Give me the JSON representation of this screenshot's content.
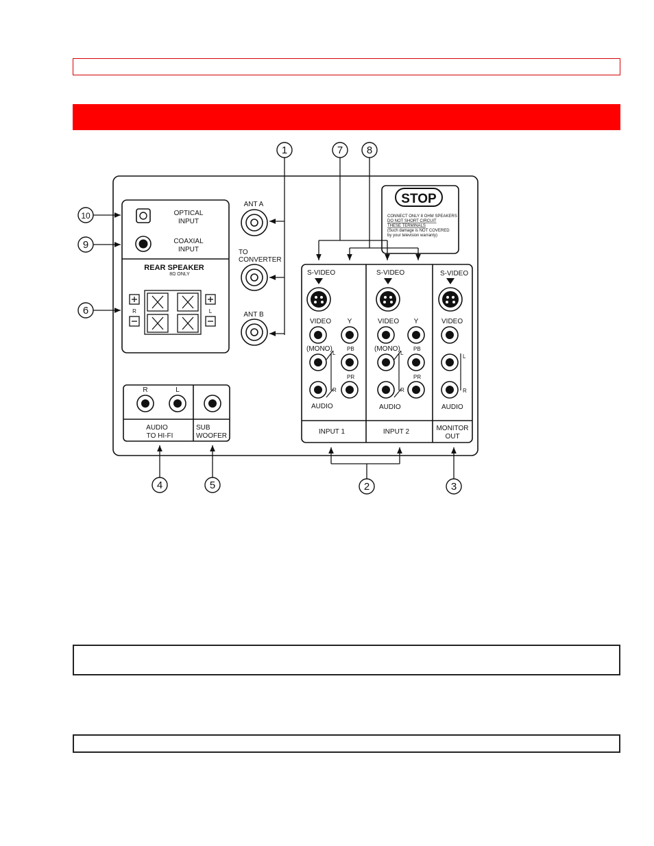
{
  "callouts": {
    "c1": "1",
    "c2": "2",
    "c3": "3",
    "c4": "4",
    "c5": "5",
    "c6": "6",
    "c7": "7",
    "c8": "8",
    "c9": "9",
    "c10": "10"
  },
  "panel": {
    "optical_1": "OPTICAL",
    "optical_2": "INPUT",
    "coaxial_1": "COAXIAL",
    "coaxial_2": "INPUT",
    "rear_speaker": "REAR SPEAKER",
    "rear_speaker_sub": "8Ω ONLY",
    "speaker_r": "R",
    "speaker_l": "L",
    "ant_a": "ANT A",
    "to_converter_1": "TO",
    "to_converter_2": "CONVERTER",
    "ant_b": "ANT B",
    "hifi_r": "R",
    "hifi_l": "L",
    "audio_hifi_1": "AUDIO",
    "audio_hifi_2": "TO HI-FI",
    "sub_1": "SUB",
    "sub_2": "WOOFER"
  },
  "stop": {
    "title": "STOP",
    "line1": "CONNECT ONLY 8 OHM SPEAKERS",
    "line2": "DO NOT SHORT CIRCUIT",
    "line3": "THESE TERMINALS",
    "line4": "(Such damage is NOT COVERED",
    "line5": "by your television warranty)"
  },
  "inputs": {
    "svideo": "S-VIDEO",
    "video": "VIDEO",
    "y": "Y",
    "mono": "(MONO)",
    "pb": "PB",
    "pr": "PR",
    "l": "L",
    "r": "R",
    "audio": "AUDIO",
    "input1": "INPUT 1",
    "input2": "INPUT 2",
    "monitor_1": "MONITOR",
    "monitor_2": "OUT"
  }
}
